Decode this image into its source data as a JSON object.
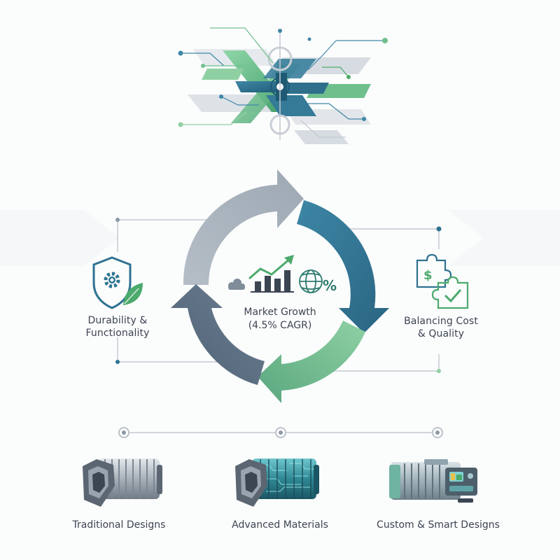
{
  "cycle": {
    "center_title": "Market Growth",
    "center_subtitle": "(4.5% CAGR)",
    "left_title": "Durability &",
    "left_subtitle": "Functionality",
    "right_title": "Balancing Cost",
    "right_subtitle": "& Quality"
  },
  "products": [
    {
      "label": "Traditional Designs"
    },
    {
      "label": "Advanced Materials"
    },
    {
      "label": "Custom & Smart Designs"
    }
  ],
  "colors": {
    "gray_arrow": "#a9b3bd",
    "teal_arrow": "#2e7391",
    "green_arrow": "#6dbb8c",
    "slate_arrow": "#566a7e",
    "accent_green": "#4caa6c"
  }
}
